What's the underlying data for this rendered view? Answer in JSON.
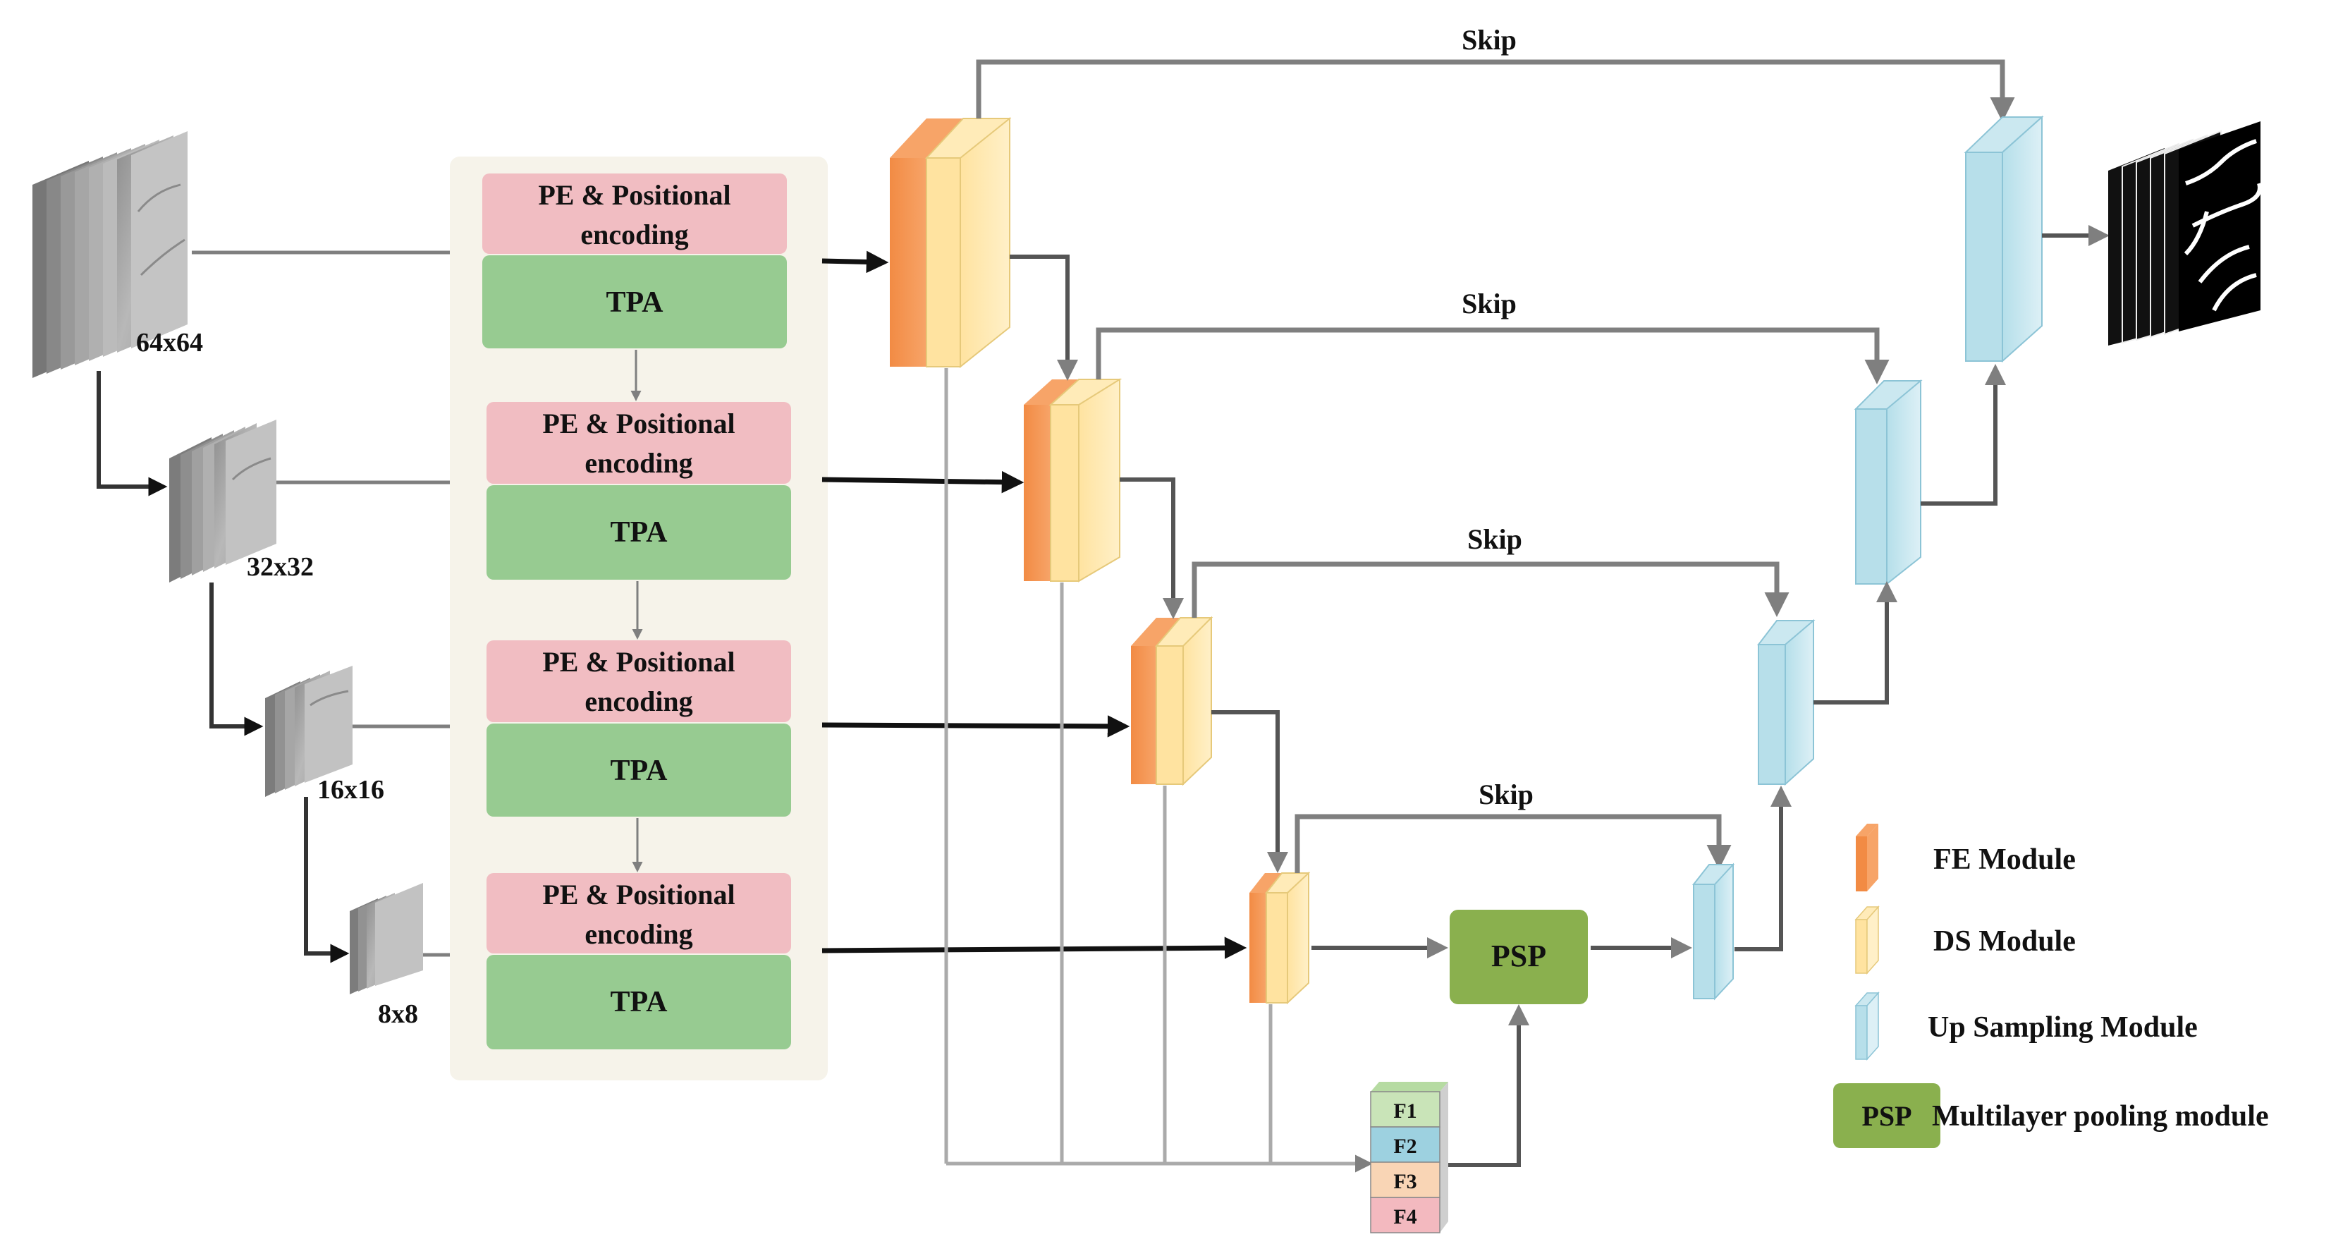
{
  "inputs": [
    {
      "size_label": "64x64"
    },
    {
      "size_label": "32x32"
    },
    {
      "size_label": "16x16"
    },
    {
      "size_label": "8x8"
    }
  ],
  "encoder_blocks": [
    {
      "pe_label_line1": "PE & Positional",
      "pe_label_line2": "encoding",
      "tpa_label": "TPA"
    },
    {
      "pe_label_line1": "PE & Positional",
      "pe_label_line2": "encoding",
      "tpa_label": "TPA"
    },
    {
      "pe_label_line1": "PE & Positional",
      "pe_label_line2": "encoding",
      "tpa_label": "TPA"
    },
    {
      "pe_label_line1": "PE & Positional",
      "pe_label_line2": "encoding",
      "tpa_label": "TPA"
    }
  ],
  "skips": [
    {
      "label": "Skip"
    },
    {
      "label": "Skip"
    },
    {
      "label": "Skip"
    },
    {
      "label": "Skip"
    }
  ],
  "psp": {
    "label": "PSP"
  },
  "feature_stack": [
    "F1",
    "F2",
    "F3",
    "F4"
  ],
  "legend": [
    {
      "label": "FE Module",
      "color": "#F4954F"
    },
    {
      "label": "DS Module",
      "color": "#FFE099"
    },
    {
      "label": "Up Sampling Module",
      "color": "#A8D8E6"
    },
    {
      "label": "Multilayer pooling module",
      "symbol": "PSP",
      "color": "#8AB04E"
    }
  ],
  "colors": {
    "pe_box": "#F1BDC2",
    "tpa_box": "#97CB91",
    "encoder_panel": "#F6F3EA",
    "arrow_gray": "#7F7F7F",
    "arrow_black": "#111111",
    "f1": "#C9E4B8",
    "f2": "#9DD1E0",
    "f3": "#F9D5B5",
    "f4": "#F3B9BF"
  }
}
